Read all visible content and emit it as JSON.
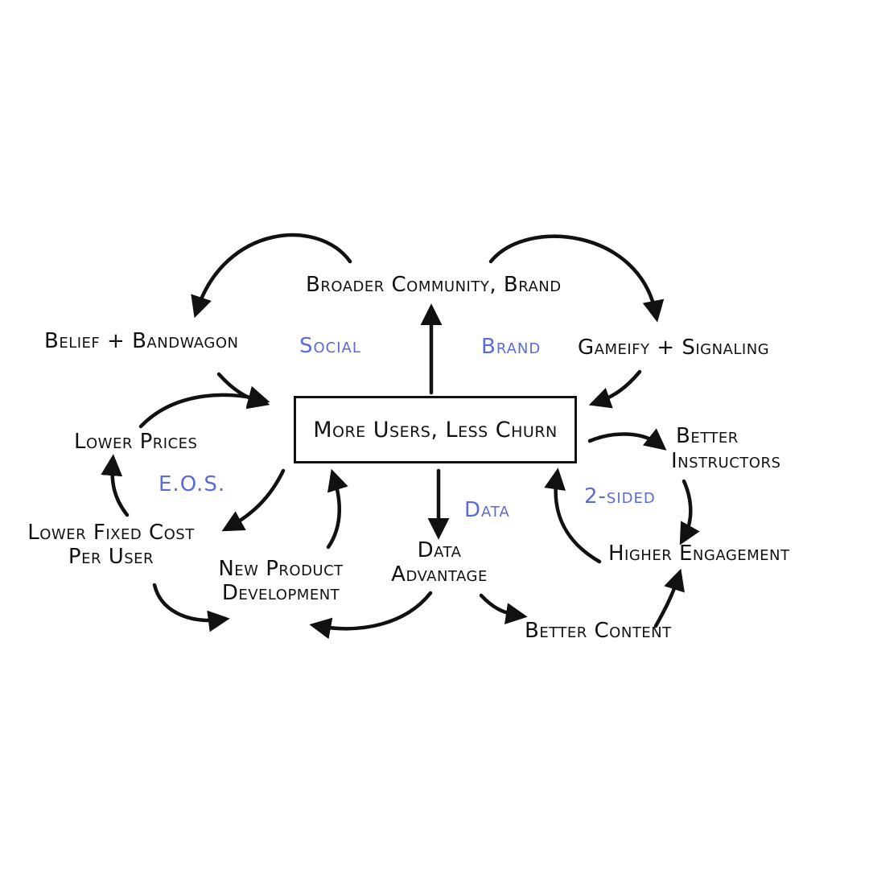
{
  "center": "More Users, Less Churn",
  "nodes": {
    "broader_community": "Broader Community, Brand",
    "belief_bandwagon": "Belief + Bandwagon",
    "gameify_signaling": "Gameify + Signaling",
    "lower_prices": "Lower Prices",
    "lower_fixed_cost_line1": "Lower Fixed Cost",
    "lower_fixed_cost_line2": "Per User",
    "new_product_line1": "New Product",
    "new_product_line2": "Development",
    "data_advantage_line1": "Data",
    "data_advantage_line2": "Advantage",
    "better_content": "Better Content",
    "better_instructors_line1": "Better",
    "better_instructors_line2": "Instructors",
    "higher_engagement": "Higher Engagement"
  },
  "categories": {
    "social": "Social",
    "brand": "Brand",
    "eos": "E.O.S.",
    "data": "Data",
    "two_sided": "2-sided"
  },
  "colors": {
    "ink": "#111111",
    "category_blue": "#5b6bd6"
  }
}
